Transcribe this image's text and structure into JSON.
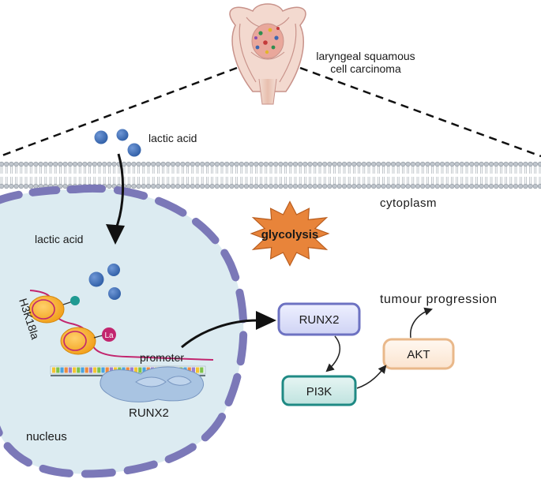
{
  "diagram": {
    "tumour_label_line1": "laryngeal squamous",
    "tumour_label_line2": "cell carcinoma",
    "lactic_acid_outside": "lactic acid",
    "cytoplasm": "cytoplasm",
    "lactic_acid_inside": "lactic acid",
    "glycolysis": "glycolysis",
    "histone_mark": "H3K18la",
    "la_badge": "La",
    "promoter": "promoter",
    "runx2_gene": "RUNX2",
    "nucleus": "nucleus",
    "runx2_box": "RUNX2",
    "pi3k_box": "PI3K",
    "akt_box": "AKT",
    "tumour_progression": "tumour progression"
  },
  "colors": {
    "lactate_blue": "#3f6fb5",
    "nucleus_fill": "#dcebf1",
    "nuclear_envelope": "#7b78b8",
    "glycolysis_star": "#e8843a",
    "runx2_border": "#6d72c2",
    "pi3k_border": "#1f8a84",
    "akt_border": "#e9b88a",
    "histone_orange": "#f4a51c",
    "acetyl_teal": "#1f9a92",
    "la_magenta": "#c2256e"
  }
}
